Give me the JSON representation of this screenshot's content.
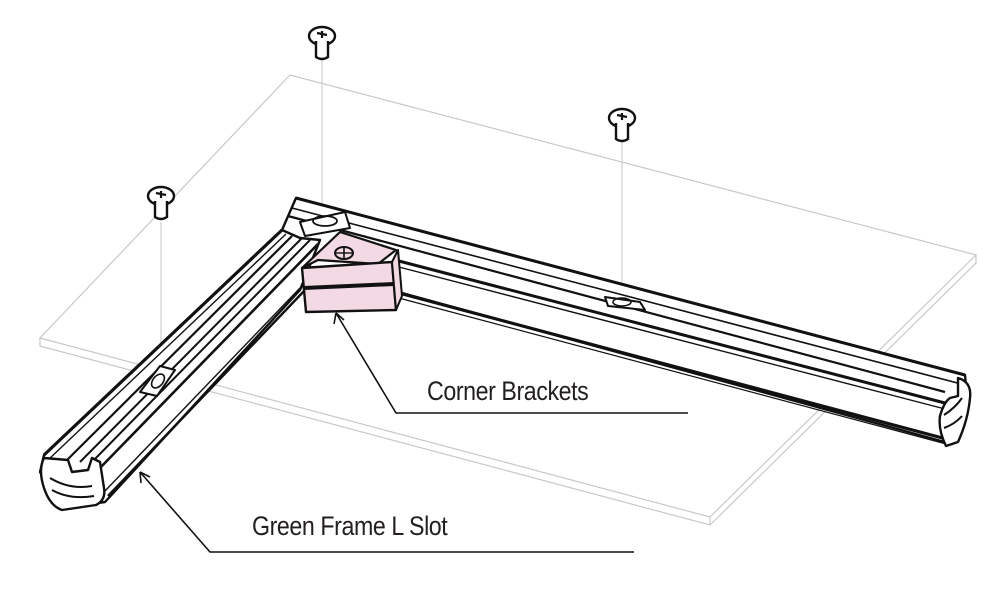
{
  "diagram": {
    "type": "exploded assembly drawing",
    "colors": {
      "ink": "#111111",
      "panel_outline": "#c8c8c8",
      "guide_line": "#cfcfcf",
      "bracket_fill": "#f2d9e3",
      "rail_fill": "#ffffff"
    },
    "parts": [
      {
        "id": "screw",
        "name": "Screw",
        "count": 3,
        "icon": "pan-head-phillips-screw-icon"
      },
      {
        "id": "panel",
        "name": "Panel",
        "count": 1
      },
      {
        "id": "rail-left",
        "name": "Green Frame L Slot rail (short)"
      },
      {
        "id": "rail-right",
        "name": "Green Frame L Slot rail (long)"
      },
      {
        "id": "bracket",
        "name": "Corner Bracket",
        "count": 1
      }
    ],
    "callouts": [
      {
        "id": "corner",
        "label": "Corner Brackets",
        "target": "bracket"
      },
      {
        "id": "frame",
        "label": "Green Frame L Slot",
        "target": "rail-left"
      }
    ]
  }
}
